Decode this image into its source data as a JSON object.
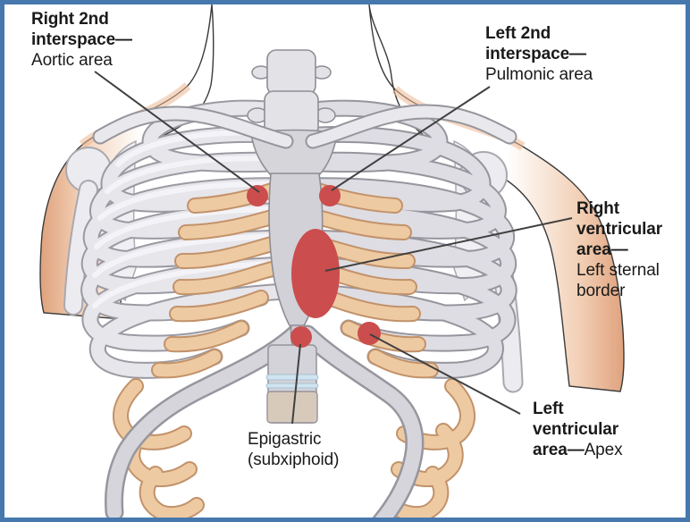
{
  "figure": {
    "subject": "Anterior chest wall diagram of cardiac auscultation and palpation areas",
    "border_color": "#4678ae",
    "marker_color": "#cb4d4d"
  },
  "labels": {
    "aortic": {
      "bold1": "Right 2nd",
      "bold2": "interspace—",
      "regular": "Aortic area"
    },
    "pulmonic": {
      "bold1": "Left 2nd",
      "bold2": "interspace—",
      "regular": "Pulmonic area"
    },
    "right_ventricular": {
      "bold1": "Right",
      "bold2": "ventricular",
      "bold3": "area—",
      "regular1": "Left sternal",
      "regular2": "border"
    },
    "left_ventricular": {
      "bold1": "Left",
      "bold2": "ventricular",
      "bold3": "area—",
      "regular": "Apex"
    },
    "epigastric": {
      "line1": "Epigastric",
      "line2": "(subxiphoid)"
    }
  }
}
